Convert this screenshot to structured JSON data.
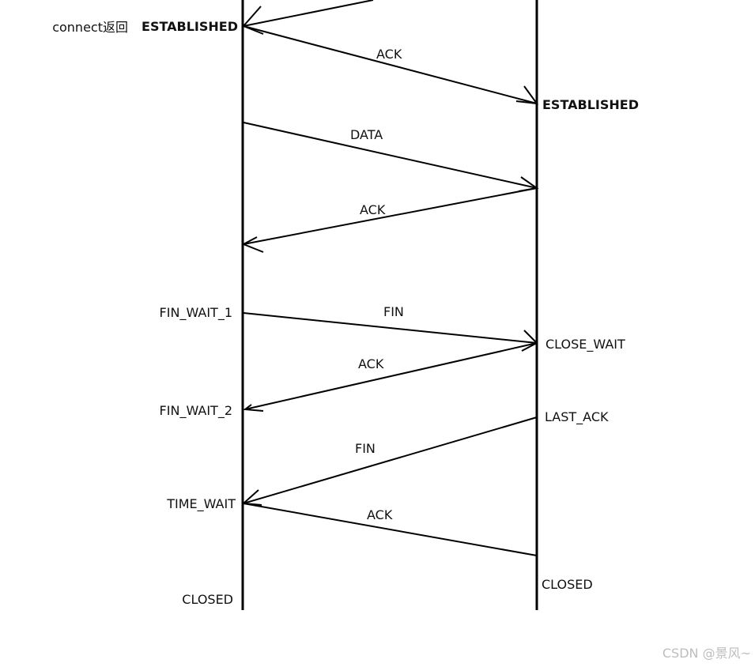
{
  "client_states": {
    "connect_return": "connect返回",
    "established": "ESTABLISHED",
    "fin_wait_1": "FIN_WAIT_1",
    "fin_wait_2": "FIN_WAIT_2",
    "time_wait": "TIME_WAIT",
    "closed": "CLOSED"
  },
  "server_states": {
    "established": "ESTABLISHED",
    "close_wait": "CLOSE_WAIT",
    "last_ack": "LAST_ACK",
    "closed": "CLOSED"
  },
  "messages": [
    {
      "label": "ACK"
    },
    {
      "label": "DATA"
    },
    {
      "label": "ACK"
    },
    {
      "label": "FIN"
    },
    {
      "label": "ACK"
    },
    {
      "label": "FIN"
    },
    {
      "label": "ACK"
    }
  ],
  "watermark": "CSDN @景风~"
}
